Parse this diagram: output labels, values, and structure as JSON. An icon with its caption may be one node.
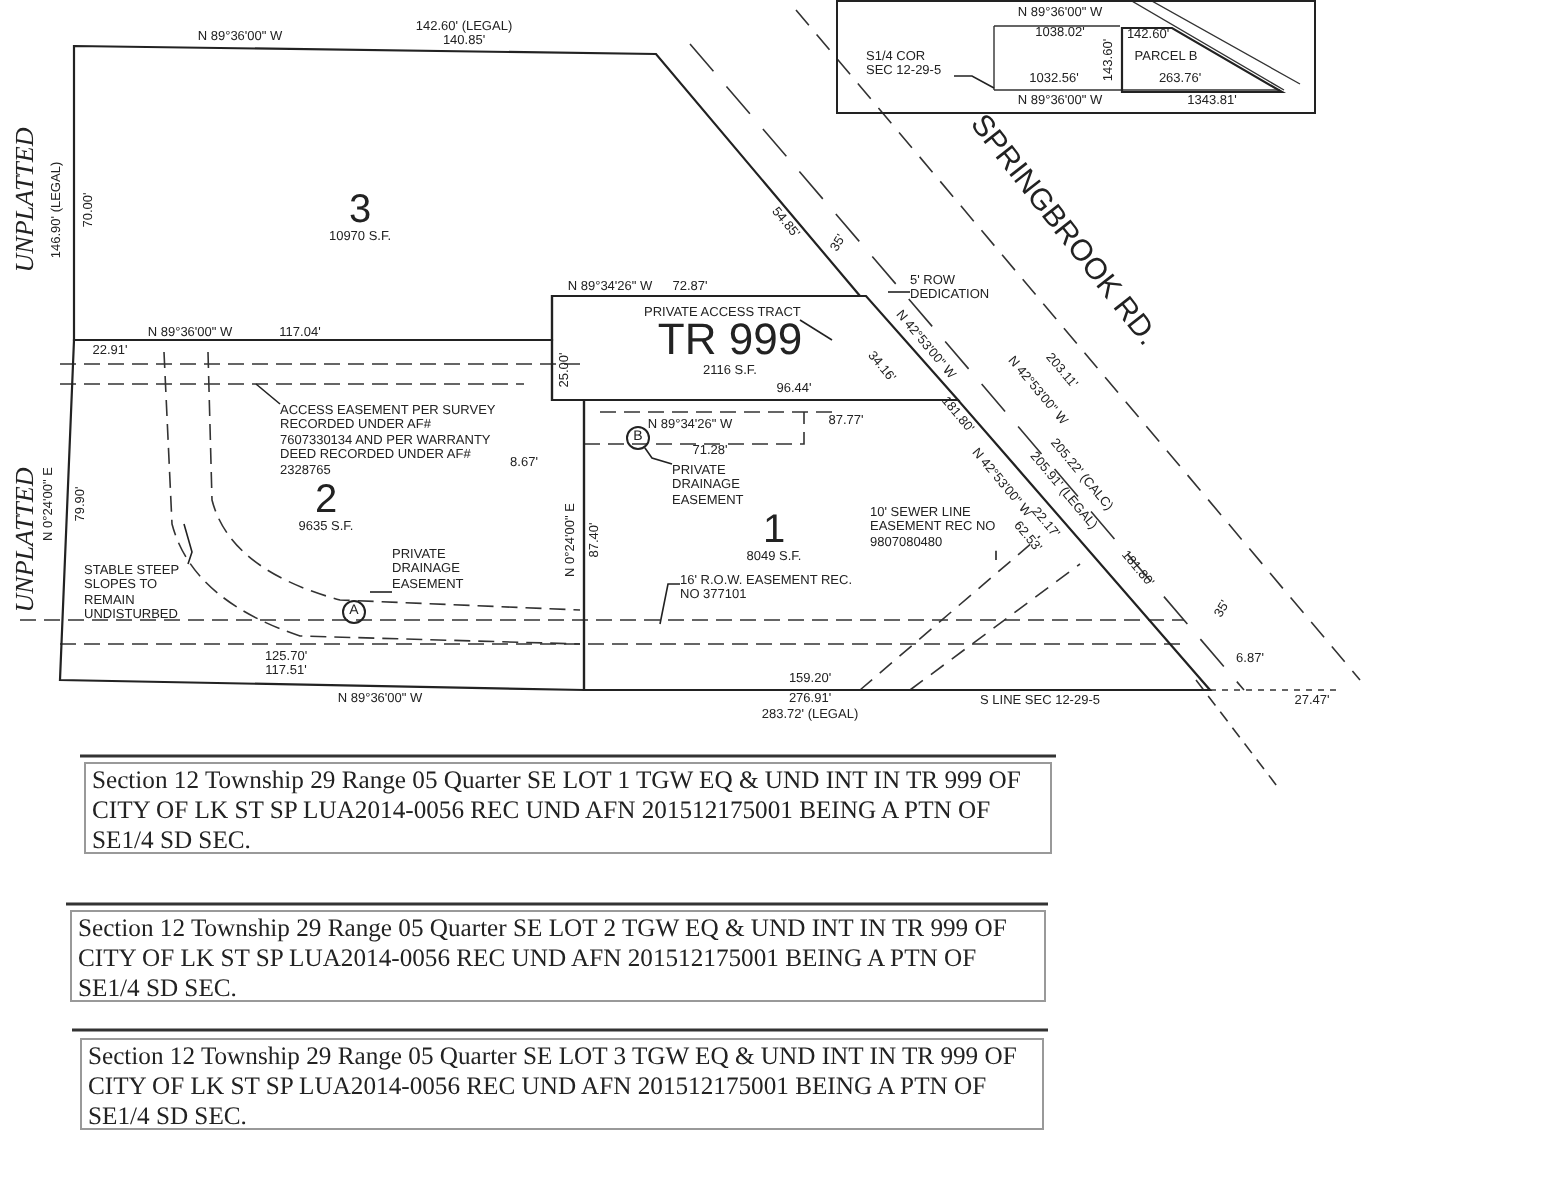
{
  "diagram": {
    "nodes": [
      {
        "text": [
          "3",
          "10970 S.F."
        ]
      },
      {
        "text": [
          "2",
          "9635 S.F."
        ]
      },
      {
        "text": [
          "TR 999",
          "2116 S.F."
        ]
      },
      {
        "text": [
          "1",
          "8049 S.F."
        ]
      },
      {
        "text": [],
        "shape": "box"
      },
      {
        "text": [
          "PARCEL B"
        ],
        "in": 4
      },
      {
        "text": [
          "PRIVATE ACCESS TRACT"
        ],
        "in": 2
      },
      {
        "text": [
          "5' ROW DEDICATION"
        ]
      },
      {
        "text": [
          "ACCESS EASEMENT PER SURVEY RECORDED UNDER AF# 7607330134 AND PER WARRANTY DEED RECORDED UNDER AF# 2328765"
        ],
        "in": 1
      },
      {
        "text": [
          "PRIVATE DRAINAGE EASEMENT"
        ],
        "in": 1
      },
      {
        "text": [
          "A"
        ],
        "in": 1
      },
      {
        "text": [
          "B"
        ],
        "in": 3
      },
      {
        "text": [
          "PRIVATE DRAINAGE EASEMENT"
        ],
        "in": 3
      },
      {
        "text": [
          "10' SEWER LINE EASEMENT REC NO 9807080480"
        ],
        "in": 3
      },
      {
        "text": [
          "16' R.O.W. EASEMENT REC. NO 377101"
        ],
        "in": 3
      },
      {
        "text": [
          "STABLE STEEP SLOPES TO REMAIN UNDISTURBED"
        ],
        "in": 1
      },
      {
        "text": [
          "S1/4 COR SEC 12-29-5"
        ],
        "in": 4
      },
      {
        "text": [
          "Section 12 Township 29 Range 05 Quarter SE LOT 1 TGW EQ & UND INT IN TR 999 OF CITY OF LK ST SP LUA2014-0056 REC UND AFN 201512175001 BEING A PTN OF SE1/4 SD SEC."
        ]
      },
      {
        "text": [
          "Section 12 Township 29 Range 05 Quarter SE LOT 2 TGW EQ & UND INT IN TR 999 OF CITY OF LK ST SP LUA2014-0056 REC UND AFN 201512175001 BEING A PTN OF SE1/4 SD SEC."
        ]
      },
      {
        "text": [
          "Section 12 Township 29 Range 05 Quarter SE LOT 3 TGW EQ & UND INT IN TR 999 OF CITY OF LK ST SP LUA2014-0056 REC UND AFN 201512175001 BEING A PTN OF SE1/4 SD SEC."
        ]
      }
    ],
    "edges": [
      {
        "from": 6,
        "to": null,
        "arrow": "none"
      },
      {
        "from": 7,
        "to": null,
        "arrow": "none"
      },
      {
        "from": 8,
        "to": null,
        "arrow": "none"
      },
      {
        "from": 9,
        "to": null,
        "arrow": "none"
      },
      {
        "from": 12,
        "to": 11,
        "arrow": "none"
      },
      {
        "from": 13,
        "to": null,
        "arrow": "none"
      },
      {
        "from": 14,
        "to": null,
        "arrow": "none"
      },
      {
        "from": 15,
        "to": null,
        "arrow": "none"
      },
      {
        "from": 16,
        "to": null,
        "arrow": "none"
      }
    ],
    "labels": [
      "N 89°36'00\" W",
      "142.60' (LEGAL)",
      "140.85'",
      "UNPLATTED",
      "146.90' (LEGAL)",
      "70.00'",
      "54.85'",
      "N 89°34'26\" W",
      "72.87'",
      "N 89°36'00\" W",
      "117.04'",
      "22.91'",
      "25.00'",
      "N 89°34'26\" W",
      "96.44'",
      "87.77'",
      "71.28'",
      "8.67'",
      "UNPLATTED",
      "N 0°24'00\" E",
      "79.90'",
      "N 0°24'00\" E",
      "87.40'",
      "125.70'",
      "117.51'",
      "N 89°36'00\" W",
      "159.20'",
      "276.91'",
      "283.72' (LEGAL)",
      "S LINE SEC 12-29-5",
      "6.87'",
      "27.47'",
      "SPRINGBROOK RD.",
      "203.11'",
      "N 42°53'00\" W",
      "34.16'",
      "N 42°53'00\" W",
      "181.80'",
      "N 42°53'00\" W",
      "205.22' (CALC)",
      "205.91' (LEGAL)",
      "22.17'",
      "62.53'",
      "181.80'",
      "35'",
      "35'",
      "N 89°36'00\" W",
      "1038.02'",
      "142.60'",
      "143.60'",
      "1032.56'",
      "N 89°36'00\" W",
      "263.76'",
      "1343.81'"
    ]
  }
}
